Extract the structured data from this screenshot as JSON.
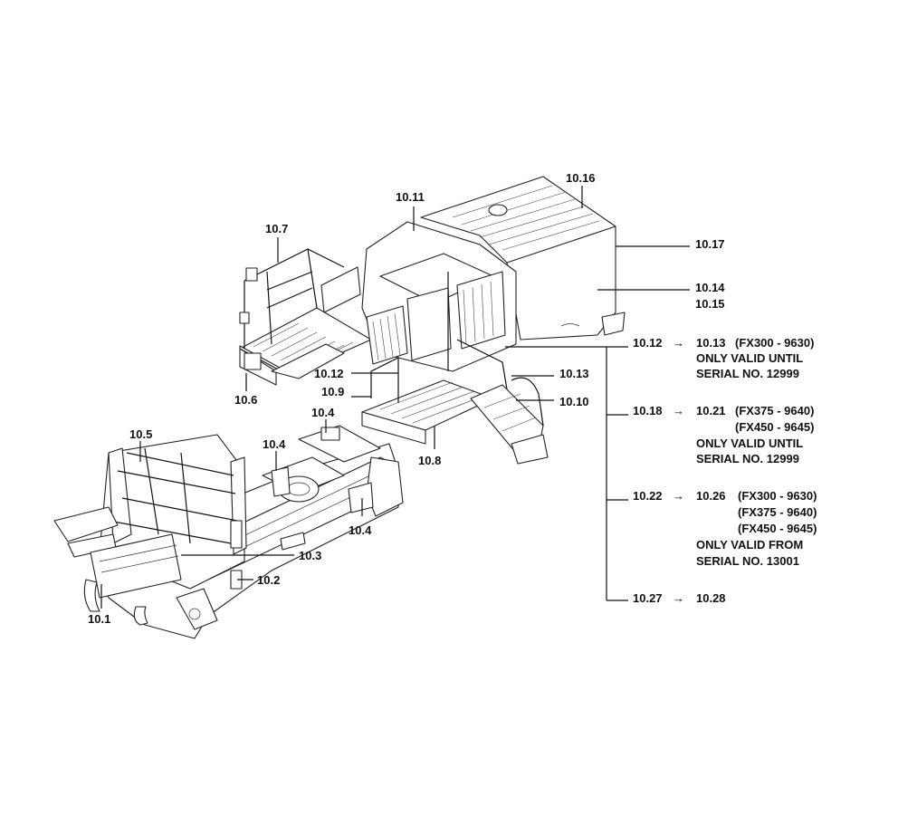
{
  "callouts": {
    "c10_1": "10.1",
    "c10_2": "10.2",
    "c10_3": "10.3",
    "c10_4a": "10.4",
    "c10_4b": "10.4",
    "c10_4c": "10.4",
    "c10_5": "10.5",
    "c10_6": "10.6",
    "c10_7": "10.7",
    "c10_8": "10.8",
    "c10_9": "10.9",
    "c10_10": "10.10",
    "c10_11": "10.11",
    "c10_12a": "10.12",
    "c10_13a": "10.13",
    "c10_14": "10.14",
    "c10_15": "10.15",
    "c10_16": "10.16",
    "c10_17": "10.17"
  },
  "legend": [
    {
      "from": "10.12",
      "to": "10.13",
      "lines": [
        "(FX300 - 9630)",
        "ONLY VALID UNTIL",
        "SERIAL NO. 12999"
      ]
    },
    {
      "from": "10.18",
      "to": "10.21",
      "lines": [
        "(FX375 - 9640)",
        "(FX450 - 9645)",
        "ONLY VALID UNTIL",
        "SERIAL NO. 12999"
      ]
    },
    {
      "from": "10.22",
      "to": "10.26",
      "lines": [
        "(FX300 - 9630)",
        "(FX375 - 9640)",
        "(FX450 - 9645)",
        "ONLY VALID FROM",
        "SERIAL NO. 13001"
      ]
    },
    {
      "from": "10.27",
      "to": "10.28",
      "lines": []
    }
  ],
  "arrow_glyph": "→",
  "colors": {
    "ink": "#111111",
    "paper": "#ffffff"
  }
}
